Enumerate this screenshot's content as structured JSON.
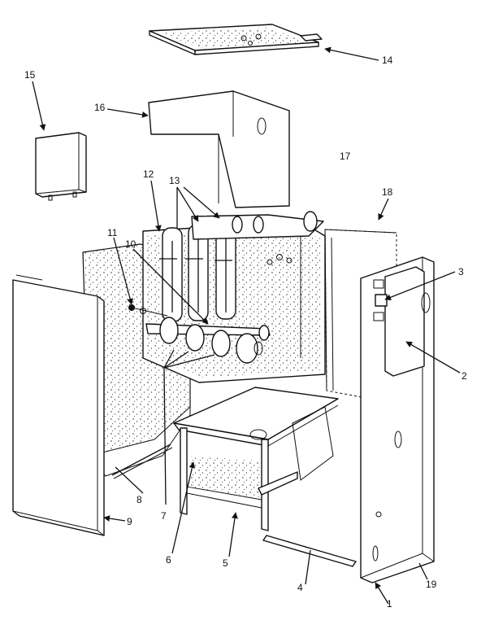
{
  "callouts": [
    "1",
    "2",
    "3",
    "4",
    "5",
    "6",
    "7",
    "8",
    "9",
    "10",
    "11",
    "12",
    "13",
    "14",
    "15",
    "16",
    "17",
    "18",
    "19"
  ]
}
